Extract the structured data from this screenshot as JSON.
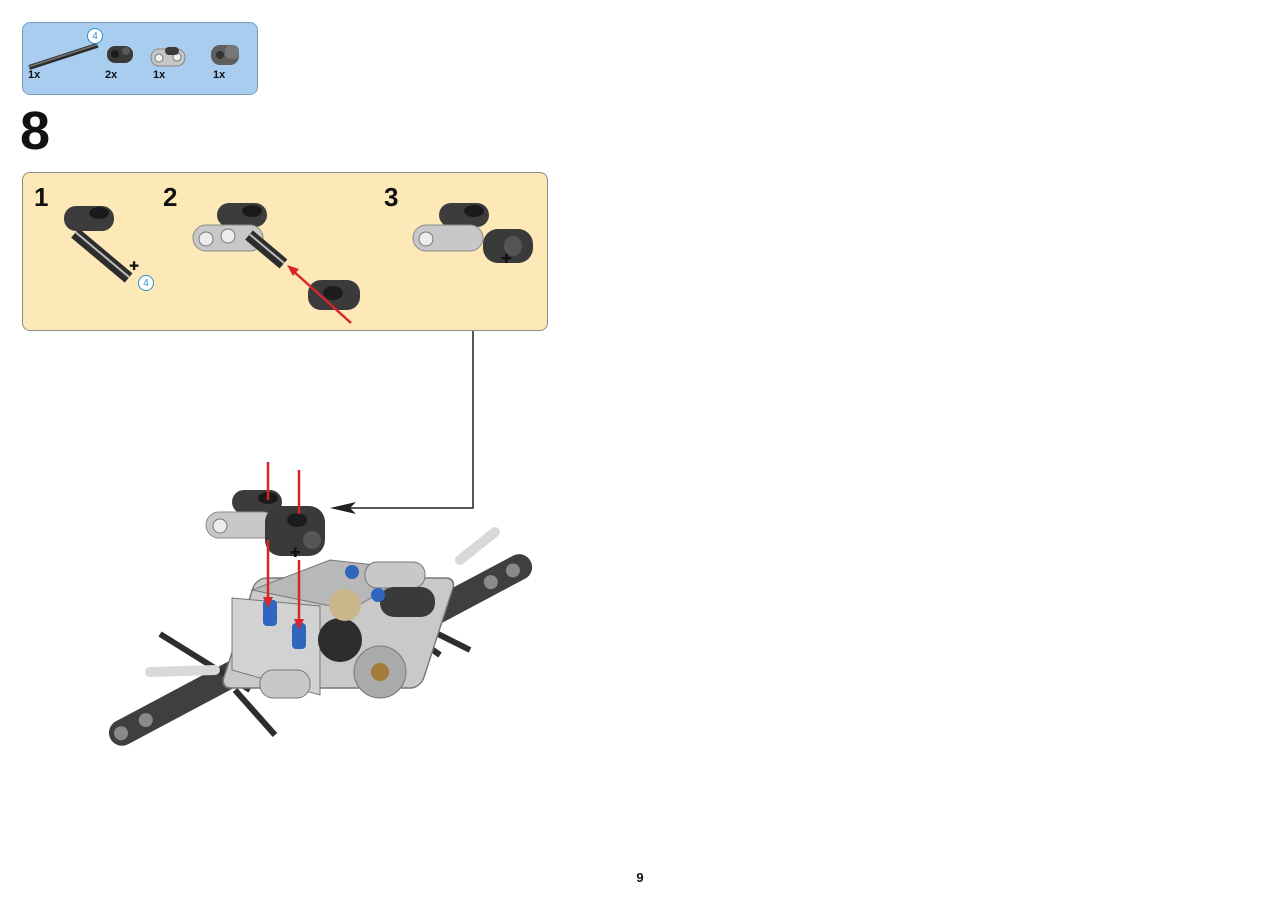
{
  "parts_list": {
    "items": [
      {
        "name": "axle",
        "qty": "1x",
        "callout": "4"
      },
      {
        "name": "axle-pin-connector",
        "qty": "2x"
      },
      {
        "name": "double-connector",
        "qty": "1x"
      },
      {
        "name": "perpendicular-connector",
        "qty": "1x"
      }
    ]
  },
  "step": {
    "number": "8",
    "substeps": [
      {
        "label": "1",
        "callout": "4"
      },
      {
        "label": "2"
      },
      {
        "label": "3"
      }
    ]
  },
  "page_number": "9",
  "colors": {
    "parts_box_bg": "#a9cdef",
    "substep_box_bg": "#fde9b8",
    "arrow_red": "#d7262b",
    "part_dark": "#3b3b3b",
    "part_light": "#c9cacb",
    "pin_blue": "#2f66c0"
  }
}
